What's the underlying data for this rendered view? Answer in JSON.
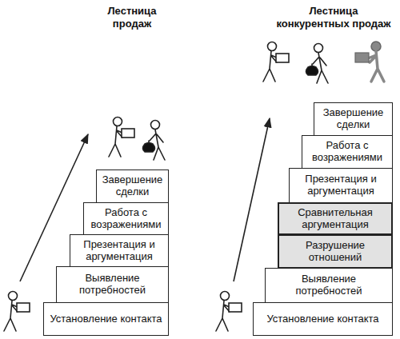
{
  "diagram": {
    "nodes": [
      {
        "text": [
          "Завершение сделки"
        ]
      },
      {
        "text": [
          "Работа с возражениями"
        ]
      },
      {
        "text": [
          "Презентация и аргументация"
        ]
      },
      {
        "text": [
          "Выявление потребностей"
        ]
      },
      {
        "text": [
          "Установление контакта"
        ]
      },
      {
        "text": [
          "Завершение сделки"
        ]
      },
      {
        "text": [
          "Работа с возражениями"
        ]
      },
      {
        "text": [
          "Презентация и аргументация"
        ]
      },
      {
        "text": [
          "Сравнительная аргументация"
        ]
      },
      {
        "text": [
          "Разрушение отношений"
        ]
      },
      {
        "text": [
          "Выявление потребностей"
        ]
      },
      {
        "text": [
          "Установление контакта"
        ]
      }
    ],
    "labels": [
      "Лестница продаж",
      "Лестница конкурентных продаж"
    ]
  }
}
